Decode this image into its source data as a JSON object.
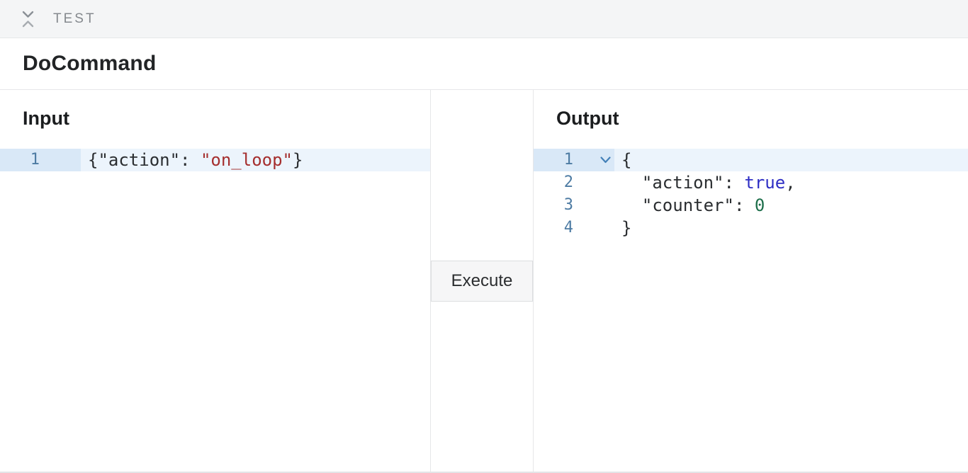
{
  "topbar": {
    "title": "TEST"
  },
  "command": {
    "title": "DoCommand"
  },
  "input_panel": {
    "heading": "Input",
    "editor": {
      "active_line": 1,
      "lines": [
        {
          "number": 1,
          "fold": false,
          "tokens": [
            {
              "t": "{\"action\": ",
              "c": "plain"
            },
            {
              "t": "\"on_loop\"",
              "c": "string"
            },
            {
              "t": "}",
              "c": "plain"
            }
          ]
        }
      ]
    }
  },
  "middle": {
    "execute_label": "Execute"
  },
  "output_panel": {
    "heading": "Output",
    "editor": {
      "active_line": 1,
      "lines": [
        {
          "number": 1,
          "fold": true,
          "tokens": [
            {
              "t": "{",
              "c": "plain"
            }
          ]
        },
        {
          "number": 2,
          "fold": false,
          "tokens": [
            {
              "t": "  \"action\": ",
              "c": "plain"
            },
            {
              "t": "true",
              "c": "atom"
            },
            {
              "t": ",",
              "c": "plain"
            }
          ]
        },
        {
          "number": 3,
          "fold": false,
          "tokens": [
            {
              "t": "  \"counter\": ",
              "c": "plain"
            },
            {
              "t": "0",
              "c": "number"
            }
          ]
        },
        {
          "number": 4,
          "fold": false,
          "tokens": [
            {
              "t": "}",
              "c": "plain"
            }
          ]
        }
      ]
    }
  },
  "colors": {
    "accent_active_line": "#ecf4fc",
    "accent_gutter": "#d9e8f7",
    "line_number": "#4d7ba3",
    "code_plain": "#2a2d30",
    "code_string": "#a52e2e",
    "code_atom": "#2e2ec4",
    "code_number": "#1e6f4b",
    "fold_icon": "#4380b8"
  }
}
